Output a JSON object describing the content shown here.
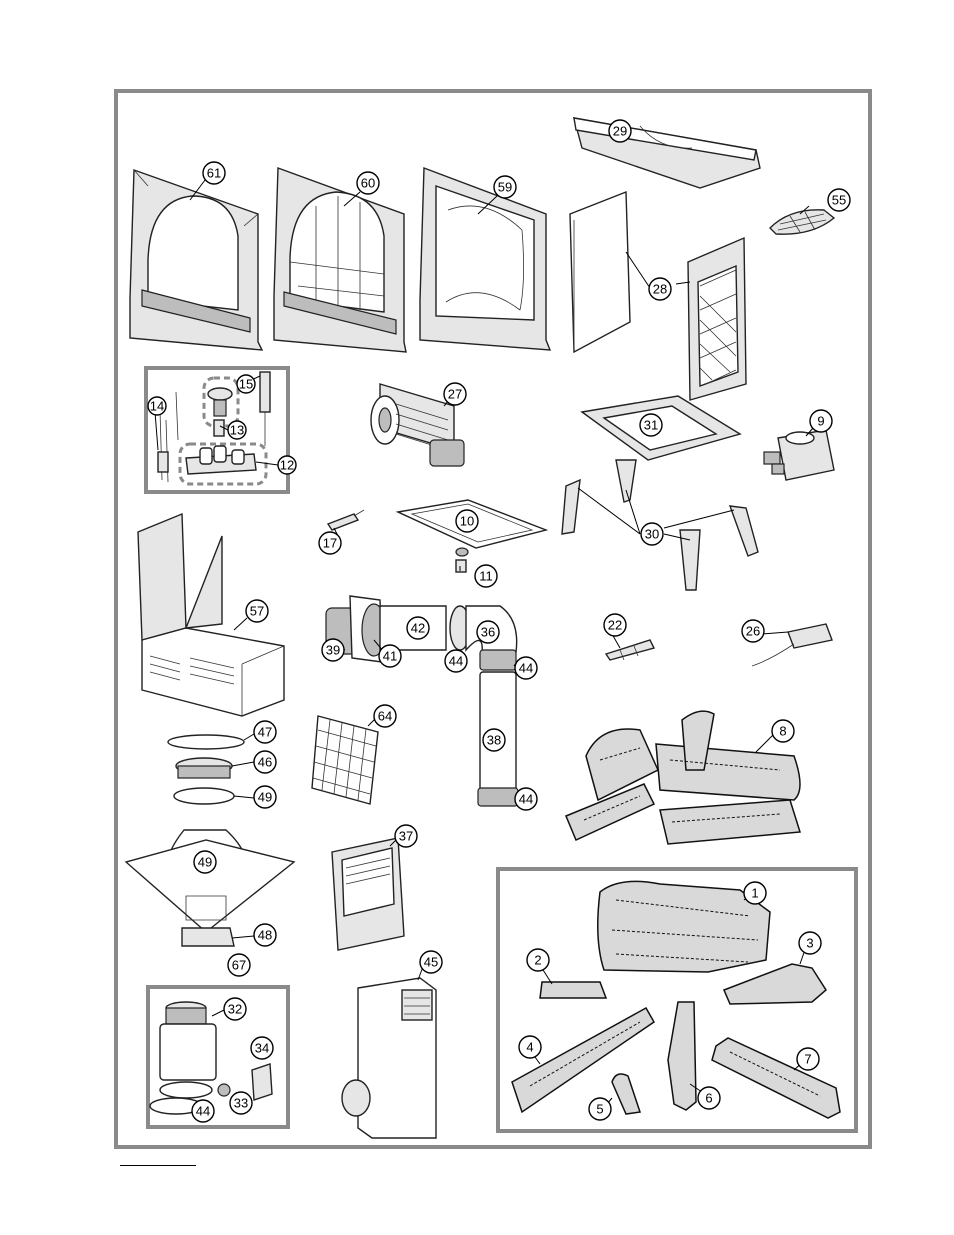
{
  "diagram": {
    "callouts": [
      {
        "id": "c61",
        "label": "61"
      },
      {
        "id": "c60",
        "label": "60"
      },
      {
        "id": "c59",
        "label": "59"
      },
      {
        "id": "c29",
        "label": "29"
      },
      {
        "id": "c55",
        "label": "55"
      },
      {
        "id": "c28",
        "label": "28"
      },
      {
        "id": "c15",
        "label": "15"
      },
      {
        "id": "c14",
        "label": "14"
      },
      {
        "id": "c13",
        "label": "13"
      },
      {
        "id": "c12",
        "label": "12"
      },
      {
        "id": "c27",
        "label": "27"
      },
      {
        "id": "c31",
        "label": "31"
      },
      {
        "id": "c9",
        "label": "9"
      },
      {
        "id": "c17",
        "label": "17"
      },
      {
        "id": "c10",
        "label": "10"
      },
      {
        "id": "c11",
        "label": "11"
      },
      {
        "id": "c30",
        "label": "30"
      },
      {
        "id": "c57",
        "label": "57"
      },
      {
        "id": "c39",
        "label": "39"
      },
      {
        "id": "c41",
        "label": "41"
      },
      {
        "id": "c42",
        "label": "42"
      },
      {
        "id": "c44a",
        "label": "44"
      },
      {
        "id": "c36",
        "label": "36"
      },
      {
        "id": "c44b",
        "label": "44"
      },
      {
        "id": "c22",
        "label": "22"
      },
      {
        "id": "c26",
        "label": "26"
      },
      {
        "id": "c64",
        "label": "64"
      },
      {
        "id": "c38",
        "label": "38"
      },
      {
        "id": "c44c",
        "label": "44"
      },
      {
        "id": "c8",
        "label": "8"
      },
      {
        "id": "c47",
        "label": "47"
      },
      {
        "id": "c46",
        "label": "46"
      },
      {
        "id": "c49a",
        "label": "49"
      },
      {
        "id": "c49b",
        "label": "49"
      },
      {
        "id": "c37",
        "label": "37"
      },
      {
        "id": "c48",
        "label": "48"
      },
      {
        "id": "c67",
        "label": "67"
      },
      {
        "id": "c45",
        "label": "45"
      },
      {
        "id": "c32",
        "label": "32"
      },
      {
        "id": "c34",
        "label": "34"
      },
      {
        "id": "c33",
        "label": "33"
      },
      {
        "id": "c44d",
        "label": "44"
      },
      {
        "id": "c1",
        "label": "1"
      },
      {
        "id": "c2",
        "label": "2"
      },
      {
        "id": "c3",
        "label": "3"
      },
      {
        "id": "c4",
        "label": "4"
      },
      {
        "id": "c5",
        "label": "5"
      },
      {
        "id": "c6",
        "label": "6"
      },
      {
        "id": "c7",
        "label": "7"
      }
    ]
  },
  "colors": {
    "frame": "#8a8a8a",
    "line": "#000000",
    "fill_light": "#e6e6e6"
  }
}
